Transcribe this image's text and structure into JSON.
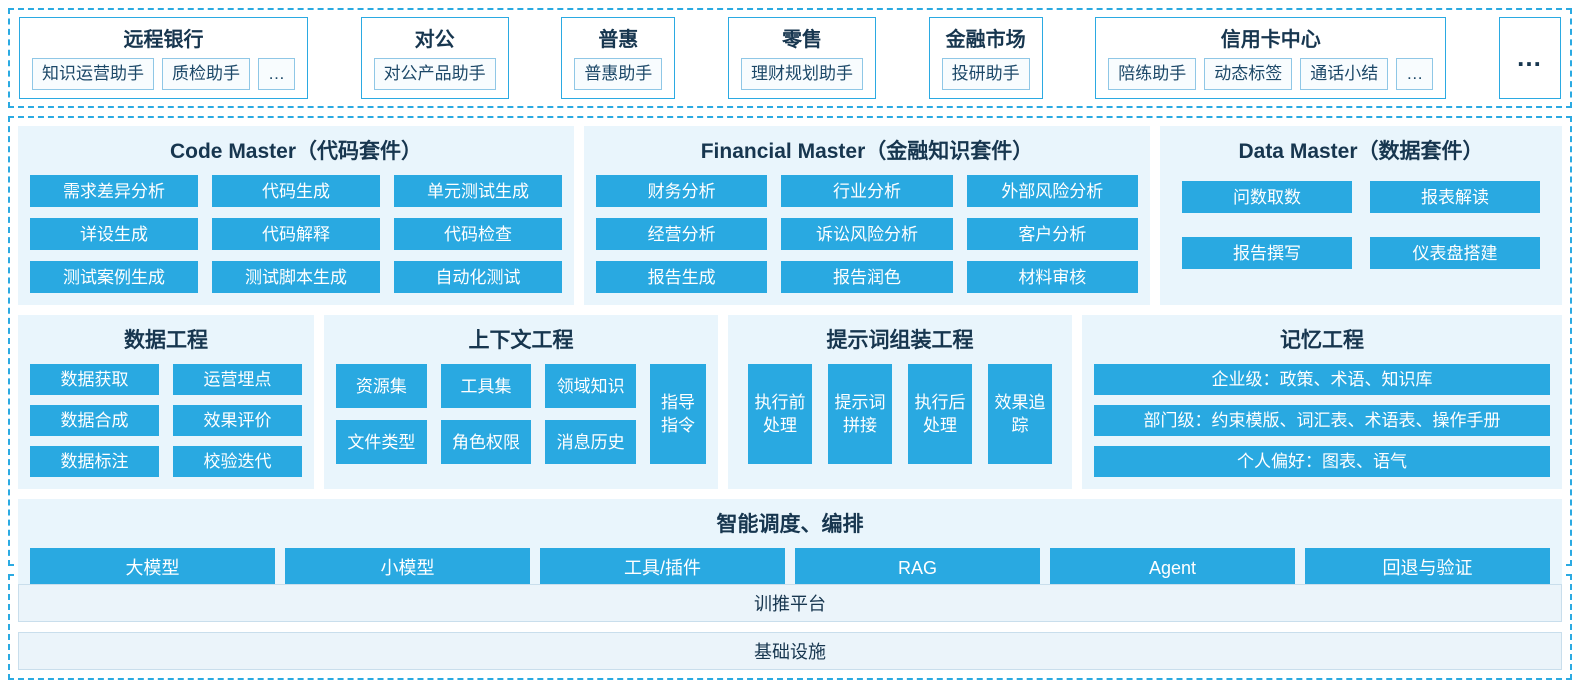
{
  "colors": {
    "accent": "#29A9E1",
    "panel_bg": "#E9F5FC",
    "dash_border": "#2BAAE2",
    "heading_ink": "#17364F"
  },
  "top_units": [
    {
      "title": "远程银行",
      "assistants": [
        "知识运营助手",
        "质检助手",
        "…"
      ]
    },
    {
      "title": "对公",
      "assistants": [
        "对公产品助手"
      ]
    },
    {
      "title": "普惠",
      "assistants": [
        "普惠助手"
      ]
    },
    {
      "title": "零售",
      "assistants": [
        "理财规划助手"
      ]
    },
    {
      "title": "金融市场",
      "assistants": [
        "投研助手"
      ]
    },
    {
      "title": "信用卡中心",
      "assistants": [
        "陪练助手",
        "动态标签",
        "通话小结",
        "…"
      ]
    },
    {
      "title": "…",
      "assistants": []
    }
  ],
  "suites": [
    {
      "title": "Code Master（代码套件）",
      "buttons": [
        "需求差异分析",
        "代码生成",
        "单元测试生成",
        "详设生成",
        "代码解释",
        "代码检查",
        "测试案例生成",
        "测试脚本生成",
        "自动化测试"
      ]
    },
    {
      "title": "Financial Master（金融知识套件）",
      "buttons": [
        "财务分析",
        "行业分析",
        "外部风险分析",
        "经营分析",
        "诉讼风险分析",
        "客户分析",
        "报告生成",
        "报告润色",
        "材料审核"
      ]
    },
    {
      "title": "Data Master（数据套件）",
      "buttons": [
        "问数取数",
        "报表解读",
        "报告撰写",
        "仪表盘搭建"
      ]
    }
  ],
  "engineering": {
    "data": {
      "title": "数据工程",
      "buttons": [
        "数据获取",
        "运营埋点",
        "数据合成",
        "效果评价",
        "数据标注",
        "校验迭代"
      ]
    },
    "context": {
      "title": "上下文工程",
      "buttons": [
        "资源集",
        "工具集",
        "领域知识",
        "文件类型",
        "角色权限",
        "消息历史"
      ],
      "tall_button": "指导指令"
    },
    "prompt": {
      "title": "提示词组装工程",
      "buttons": [
        "执行前处理",
        "提示词拼接",
        "执行后处理",
        "效果追踪"
      ]
    },
    "memory": {
      "title": "记忆工程",
      "bars": [
        "企业级：政策、术语、知识库",
        "部门级：约束模版、词汇表、术语表、操作手册",
        "个人偏好：图表、语气"
      ]
    }
  },
  "orchestration": {
    "title": "智能调度、编排",
    "buttons": [
      "大模型",
      "小模型",
      "工具/插件",
      "RAG",
      "Agent",
      "回退与验证"
    ]
  },
  "platform_bars": [
    "训推平台",
    "基础设施"
  ]
}
